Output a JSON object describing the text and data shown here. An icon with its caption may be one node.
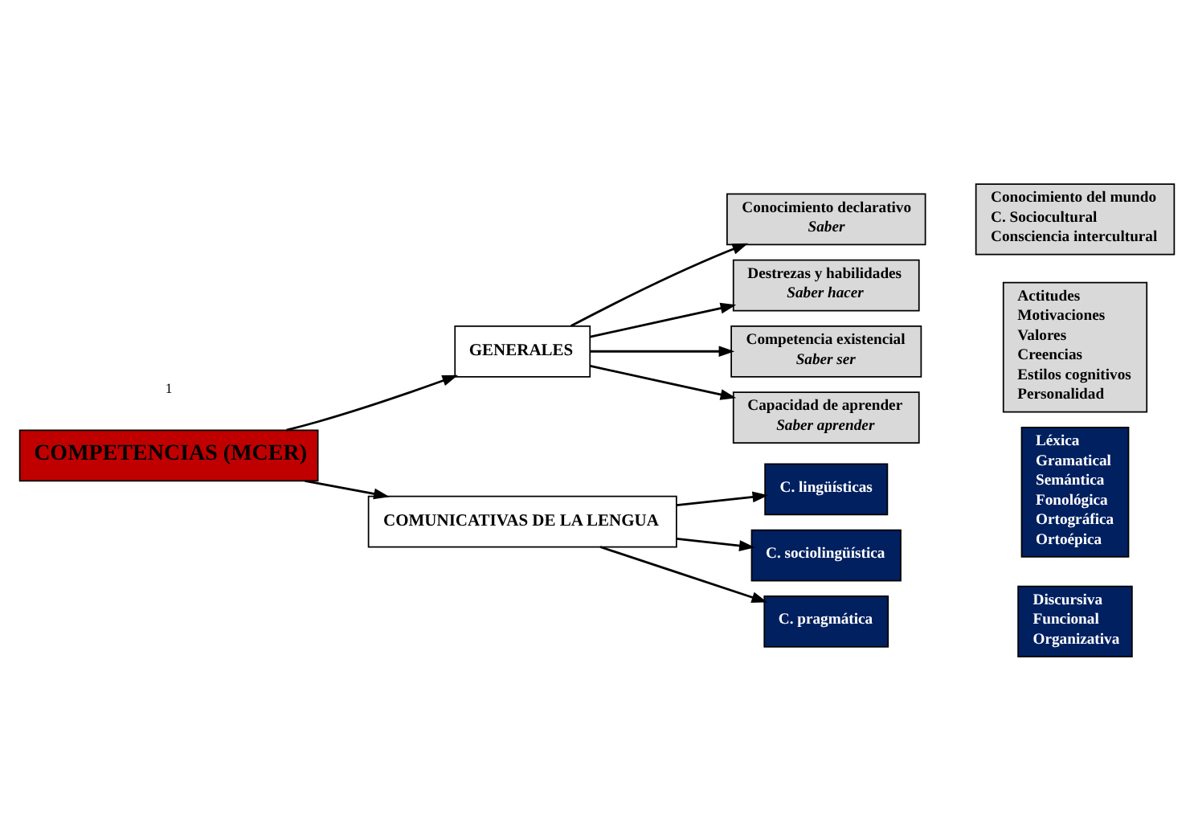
{
  "diagram": {
    "nodes": [
      {
        "text": [
          "COMPETENCIAS (MCER)"
        ]
      },
      {
        "text": [
          "GENERALES"
        ]
      },
      {
        "text": [
          "Conocimiento declarativo",
          "Saber"
        ]
      },
      {
        "text": [
          "Conocimiento del mundo",
          "C. Sociocultural",
          "Consciencia intercultural"
        ]
      },
      {
        "text": [
          "Destrezas y habilidades",
          "Saber hacer"
        ]
      },
      {
        "text": [
          "Competencia existencial",
          "Saber ser"
        ]
      },
      {
        "text": [
          "Actitudes",
          "Motivaciones",
          "Valores",
          "Creencias",
          "Estilos cognitivos",
          "Personalidad"
        ]
      },
      {
        "text": [
          "Capacidad de aprender",
          "Saber aprender"
        ]
      },
      {
        "text": [
          "COMUNICATIVAS DE LA LENGUA"
        ]
      },
      {
        "text": [
          "C. lingüísticas"
        ]
      },
      {
        "text": [
          "Léxica",
          "Gramatical",
          "Semántica",
          "Fonológica",
          "Ortográfica",
          "Ortoépica"
        ]
      },
      {
        "text": [
          "C. sociolingüística"
        ]
      },
      {
        "text": [
          "C. pragmática"
        ]
      },
      {
        "text": [
          "Discursiva",
          "Funcional",
          "Organizativa"
        ]
      }
    ],
    "edges": [
      {
        "from": 0,
        "to": 1,
        "arrow": "to"
      },
      {
        "from": 0,
        "to": 8,
        "arrow": "to"
      },
      {
        "from": 1,
        "to": 2,
        "arrow": "to"
      },
      {
        "from": 1,
        "to": 4,
        "arrow": "to"
      },
      {
        "from": 1,
        "to": 5,
        "arrow": "to"
      },
      {
        "from": 1,
        "to": 7,
        "arrow": "to"
      },
      {
        "from": 8,
        "to": 9,
        "arrow": "to"
      },
      {
        "from": 8,
        "to": 11,
        "arrow": "to"
      },
      {
        "from": 8,
        "to": 12,
        "arrow": "to"
      }
    ],
    "labels": [
      "1"
    ]
  }
}
